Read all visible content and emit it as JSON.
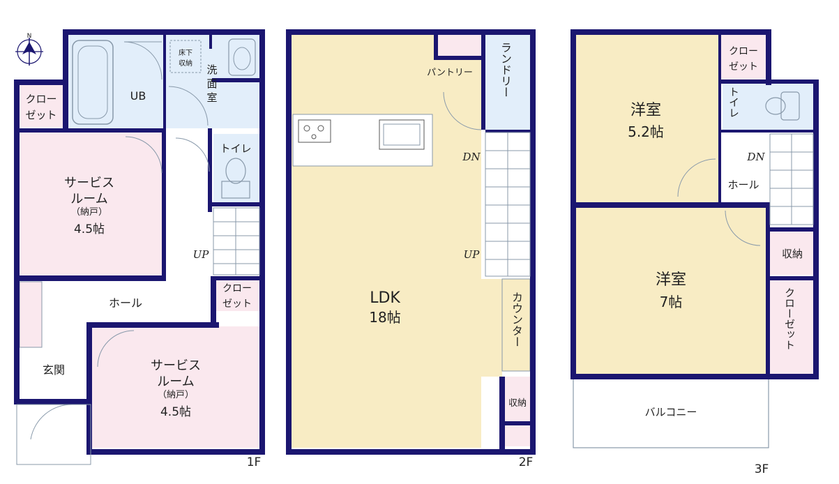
{
  "compass": {
    "north": "N"
  },
  "floor1": {
    "label": "1F",
    "closet_left": [
      "クロー",
      "ゼット"
    ],
    "ub": "UB",
    "underfloor": [
      "床下",
      "収納"
    ],
    "washroom": [
      "洗",
      "面",
      "室"
    ],
    "toilet": "トイレ",
    "service_room_top": {
      "name": [
        "サービス",
        "ルーム"
      ],
      "sub": "（納戸）",
      "size": "4.5帖"
    },
    "up": "UP",
    "hall": "ホール",
    "closet_mid": [
      "クロー",
      "ゼット"
    ],
    "entrance": "玄関",
    "service_room_bottom": {
      "name": [
        "サービス",
        "ルーム"
      ],
      "sub": "（納戸）",
      "size": "4.5帖"
    }
  },
  "floor2": {
    "label": "2F",
    "pantry": "パントリー",
    "laundry": "ランドリー",
    "dn": "DN",
    "up": "UP",
    "ldk": "LDK",
    "ldk_size": "18帖",
    "counter": "カウンター",
    "storage": "収納"
  },
  "floor3": {
    "label": "3F",
    "closet_top": [
      "クロー",
      "ゼット"
    ],
    "room_a": {
      "name": "洋室",
      "size": "5.2帖"
    },
    "toilet": "トイレ",
    "dn": "DN",
    "hall": "ホール",
    "storage": "収納",
    "room_b": {
      "name": "洋室",
      "size": "7帖"
    },
    "closet_side": "クローゼット",
    "balcony": "バルコニー"
  },
  "colors": {
    "wall": "#1b1670",
    "bedroom_pink": "#fae8ee",
    "ldk_yellow": "#f8ecc4",
    "wet_blue": "#e2eefa",
    "line": "#8899aa"
  }
}
